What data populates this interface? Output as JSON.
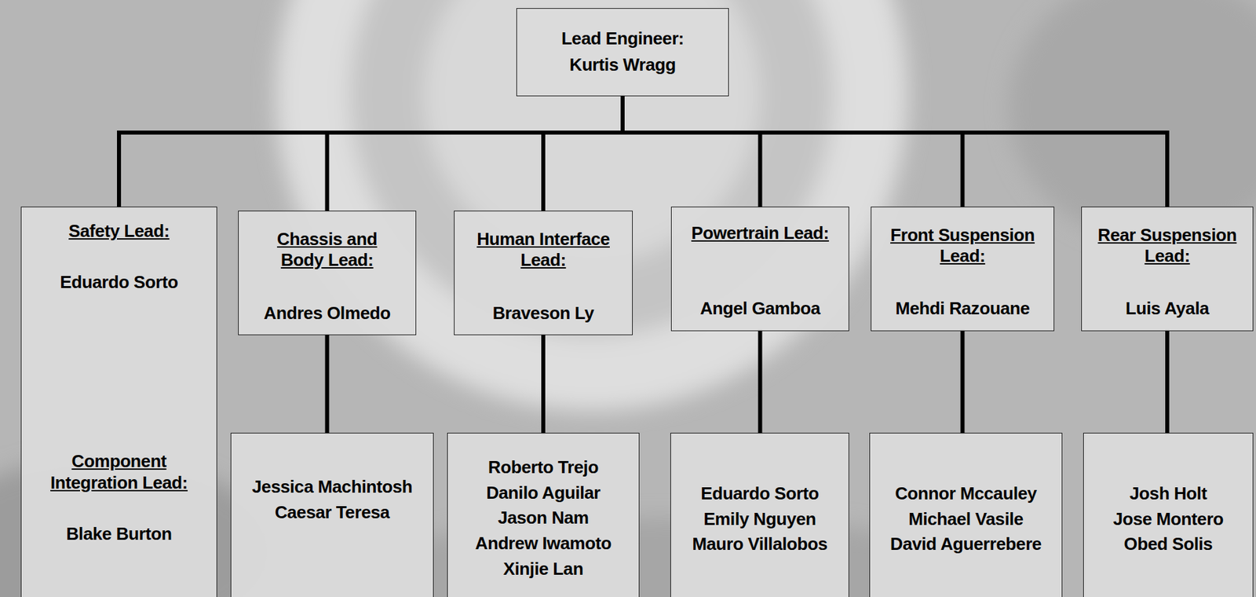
{
  "diagram": {
    "nodes": [
      {
        "text": [
          "Lead Engineer:",
          "Kurtis Wragg"
        ]
      },
      {
        "text": [
          "Safety Lead:",
          "Eduardo Sorto",
          "Component Integration Lead:",
          "Blake Burton"
        ]
      },
      {
        "text": [
          "Chassis and Body Lead:",
          "Andres Olmedo"
        ]
      },
      {
        "text": [
          "Human Interface Lead:",
          "Braveson Ly"
        ]
      },
      {
        "text": [
          "Powertrain Lead:",
          "Angel Gamboa"
        ]
      },
      {
        "text": [
          "Front Suspension Lead:",
          "Mehdi Razouane"
        ]
      },
      {
        "text": [
          "Rear Suspension Lead:",
          "Luis Ayala"
        ]
      },
      {
        "text": [
          "Jessica Machintosh",
          "Caesar Teresa"
        ]
      },
      {
        "text": [
          "Roberto Trejo",
          "Danilo Aguilar",
          "Jason Nam",
          "Andrew Iwamoto",
          "Xinjie Lan"
        ]
      },
      {
        "text": [
          "Eduardo Sorto",
          "Emily Nguyen",
          "Mauro Villalobos"
        ]
      },
      {
        "text": [
          "Connor Mccauley",
          "Michael Vasile",
          "David Aguerrebere"
        ]
      },
      {
        "text": [
          "Josh Holt",
          "Jose Montero",
          "Obed Solis"
        ]
      }
    ],
    "edges": [
      {
        "from": 0,
        "to": 1,
        "arrow": "none"
      },
      {
        "from": 0,
        "to": 2,
        "arrow": "none"
      },
      {
        "from": 0,
        "to": 3,
        "arrow": "none"
      },
      {
        "from": 0,
        "to": 4,
        "arrow": "none"
      },
      {
        "from": 0,
        "to": 5,
        "arrow": "none"
      },
      {
        "from": 0,
        "to": 6,
        "arrow": "none"
      },
      {
        "from": 2,
        "to": 7,
        "arrow": "none"
      },
      {
        "from": 3,
        "to": 8,
        "arrow": "none"
      },
      {
        "from": 4,
        "to": 9,
        "arrow": "none"
      },
      {
        "from": 5,
        "to": 10,
        "arrow": "none"
      },
      {
        "from": 6,
        "to": 11,
        "arrow": "none"
      }
    ]
  }
}
